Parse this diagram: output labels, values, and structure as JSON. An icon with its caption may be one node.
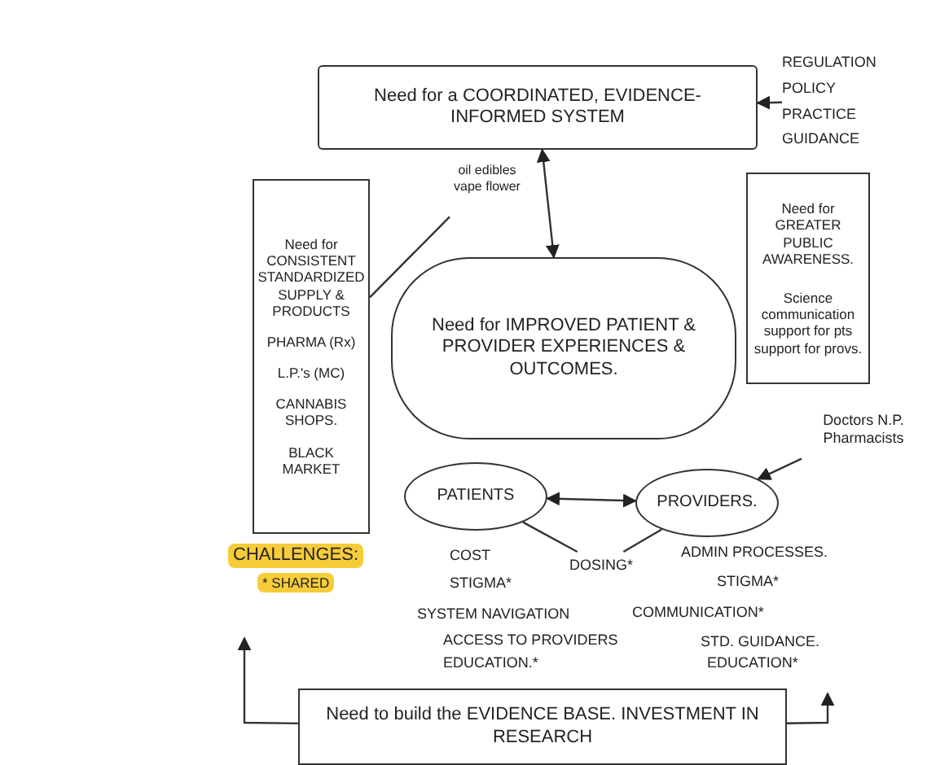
{
  "diagram": {
    "nodes": [
      {
        "text": [
          "Need for a COORDINATED, EVIDENCE-INFORMED SYSTEM"
        ]
      },
      {
        "text": [
          "REGULATION",
          "POLICY",
          "PRACTICE",
          "GUIDANCE"
        ]
      },
      {
        "text": [
          "Need for CONSISTENT STANDARDIZED SUPPLY & PRODUCTS",
          "PHARMA (Rx)",
          "L.P.'s (MC)",
          "CANNABIS SHOPS.",
          "BLACK MARKET"
        ]
      },
      {
        "text": [
          "oil edibles vape flower"
        ]
      },
      {
        "text": [
          "Need for IMPROVED PATIENT & PROVIDER EXPERIENCES & OUTCOMES."
        ]
      },
      {
        "text": [
          "Need for GREATER PUBLIC AWARENESS.",
          "Science communication support for pts support for provs."
        ]
      },
      {
        "text": [
          "PATIENTS"
        ]
      },
      {
        "text": [
          "PROVIDERS."
        ]
      },
      {
        "text": [
          "Doctors N.P. Pharmacists"
        ]
      },
      {
        "text": [
          "Need to build the EVIDENCE BASE. INVESTMENT IN RESEARCH"
        ]
      },
      {
        "text": [
          "DOSING*"
        ]
      }
    ],
    "edges": [
      {
        "from": 0,
        "to": 4,
        "arrow": "both"
      },
      {
        "from": 1,
        "to": 0,
        "arrow": "to"
      },
      {
        "from": 3,
        "to": 2,
        "arrow": "none"
      },
      {
        "from": 6,
        "to": 7,
        "arrow": "both"
      },
      {
        "from": 8,
        "to": 7,
        "arrow": "to"
      },
      {
        "from": 6,
        "to": 10,
        "arrow": "none"
      },
      {
        "from": 7,
        "to": 10,
        "arrow": "none"
      },
      {
        "from": 9,
        "to": null,
        "arrow": "to"
      },
      {
        "from": 9,
        "to": null,
        "arrow": "to"
      }
    ],
    "labels": [
      "CHALLENGES:",
      "* SHARED",
      "COST",
      "STIGMA*",
      "ADMIN PROCESSES.",
      "STIGMA*",
      "SYSTEM NAVIGATION",
      "COMMUNICATION*",
      "ACCESS TO PROVIDERS",
      "STD. GUIDANCE.",
      "EDUCATION.*",
      "EDUCATION*"
    ]
  }
}
